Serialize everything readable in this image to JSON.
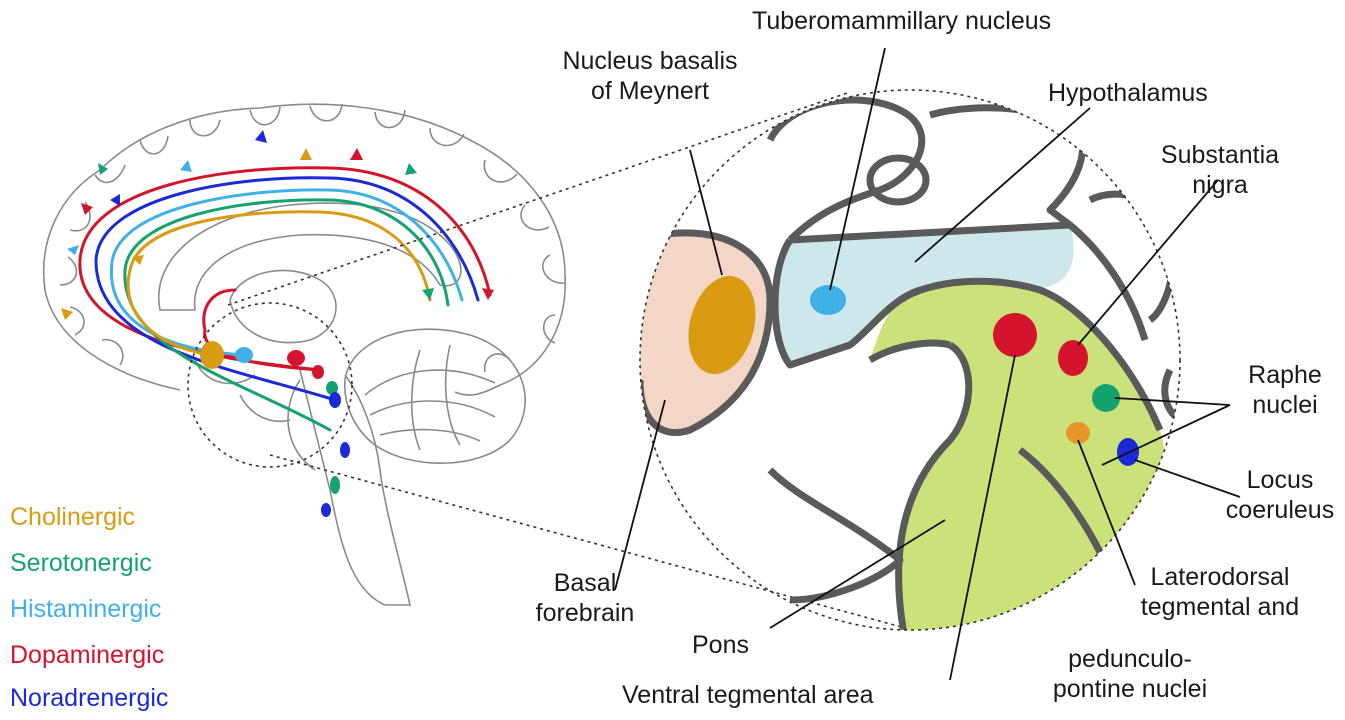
{
  "labels": {
    "tuberomammillary": "Tuberomammillary nucleus",
    "nucleus_basalis_1": "Nucleus basalis",
    "nucleus_basalis_2": "of Meynert",
    "hypothalamus": "Hypothalamus",
    "substantia_1": "Substantia",
    "substantia_2": "nigra",
    "raphe_1": "Raphe",
    "raphe_2": "nuclei",
    "locus_1": "Locus",
    "locus_2": "coeruleus",
    "laterodorsal_1": "Laterodorsal",
    "laterodorsal_2": "tegmental and",
    "laterodorsal_3": "pedunculo-",
    "laterodorsal_4": "pontine nuclei",
    "basal_1": "Basal",
    "basal_2": "forebrain",
    "pons": "Pons",
    "vta": "Ventral tegmental area"
  },
  "legend": [
    {
      "name": "Cholinergic",
      "color": "#d99b12"
    },
    {
      "name": "Serotonergic",
      "color": "#14a36e"
    },
    {
      "name": "Histaminergic",
      "color": "#3fb1e6"
    },
    {
      "name": "Dopaminergic",
      "color": "#d3142c"
    },
    {
      "name": "Noradrenergic",
      "color": "#1a2ad6"
    }
  ],
  "region_colors": {
    "hypothalamus": "#cde8ea",
    "brainstem": "#cbe27a",
    "basal_forebrain": "#f3d6c6",
    "outline": "#5a5a5a"
  }
}
